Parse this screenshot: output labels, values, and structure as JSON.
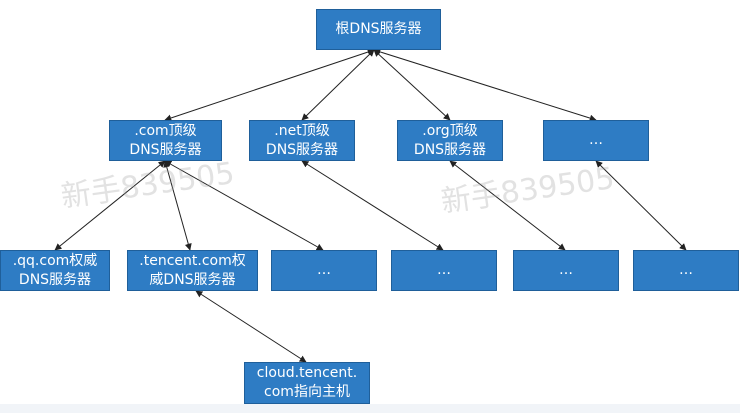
{
  "diagram": {
    "nodes": {
      "root": [
        "根DNS服务器"
      ],
      "com": [
        ".com顶级",
        "DNS服务器"
      ],
      "net": [
        ".net顶级",
        "DNS服务器"
      ],
      "org": [
        ".org顶级",
        "DNS服务器"
      ],
      "tld_more": [
        "…"
      ],
      "qq": [
        ".qq.com权威",
        "DNS服务器"
      ],
      "tencent": [
        ".tencent.com权",
        "威DNS服务器"
      ],
      "sub1": [
        "…"
      ],
      "sub2": [
        "…"
      ],
      "sub3": [
        "…"
      ],
      "sub4": [
        "…"
      ],
      "cloud": [
        "cloud.tencent.",
        "com指向主机"
      ]
    },
    "watermark": "新手839505"
  },
  "colors": {
    "node_fill": "#2e7cc4",
    "node_border": "#1f5f9a",
    "node_text": "#ffffff",
    "edge": "#222222"
  }
}
